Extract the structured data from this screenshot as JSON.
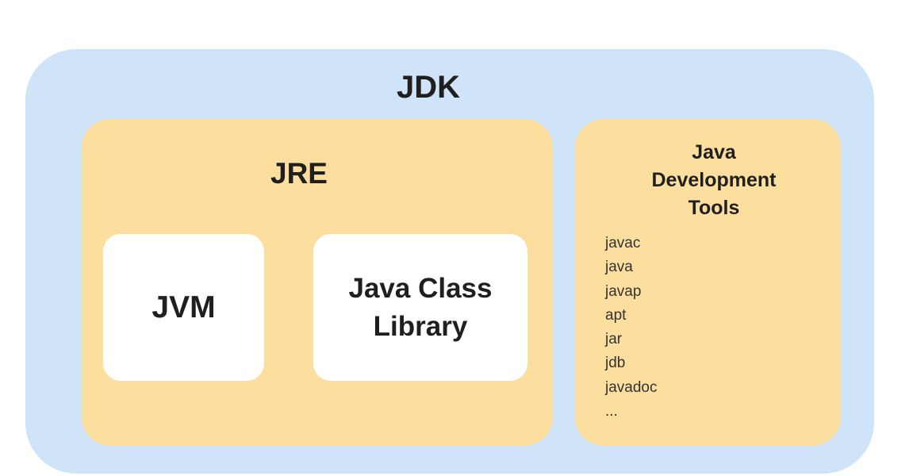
{
  "jdk": {
    "title": "JDK"
  },
  "jre": {
    "title": "JRE",
    "components": [
      "JVM",
      "Java Class Library"
    ]
  },
  "tools": {
    "title": "Java Development Tools",
    "items": [
      "javac",
      "java",
      "javap",
      "apt",
      "jar",
      "jdb",
      "javadoc",
      "..."
    ]
  },
  "colors": {
    "jdk": "#cfe4f8",
    "jre": "#fcdf9f",
    "component": "#ffffff"
  }
}
